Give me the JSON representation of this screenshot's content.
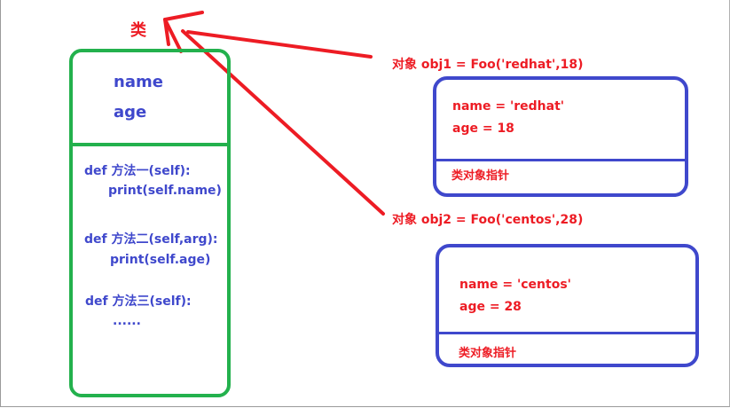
{
  "class_label": "类",
  "class_box": {
    "attributes": [
      "name",
      "age"
    ],
    "methods": [
      {
        "def": "def 方法一(self):",
        "body": "print(self.name)"
      },
      {
        "def": "def 方法二(self,arg):",
        "body": "print(self.age)"
      },
      {
        "def": "def 方法三(self):",
        "body": "......"
      }
    ]
  },
  "objects": [
    {
      "caption": "对象 obj1 = Foo('redhat',18)",
      "name_line": "name = 'redhat'",
      "age_line": "age = 18",
      "pointer": "类对象指针"
    },
    {
      "caption": "对象 obj2 = Foo('centos',28)",
      "name_line": "name = 'centos'",
      "age_line": "age = 28",
      "pointer": "类对象指针"
    }
  ],
  "colors": {
    "class_border": "#23b14d",
    "object_border": "#3f48cc",
    "arrow": "#ed1c24",
    "code_text": "#3f48cc",
    "object_text": "#ed1c24"
  }
}
